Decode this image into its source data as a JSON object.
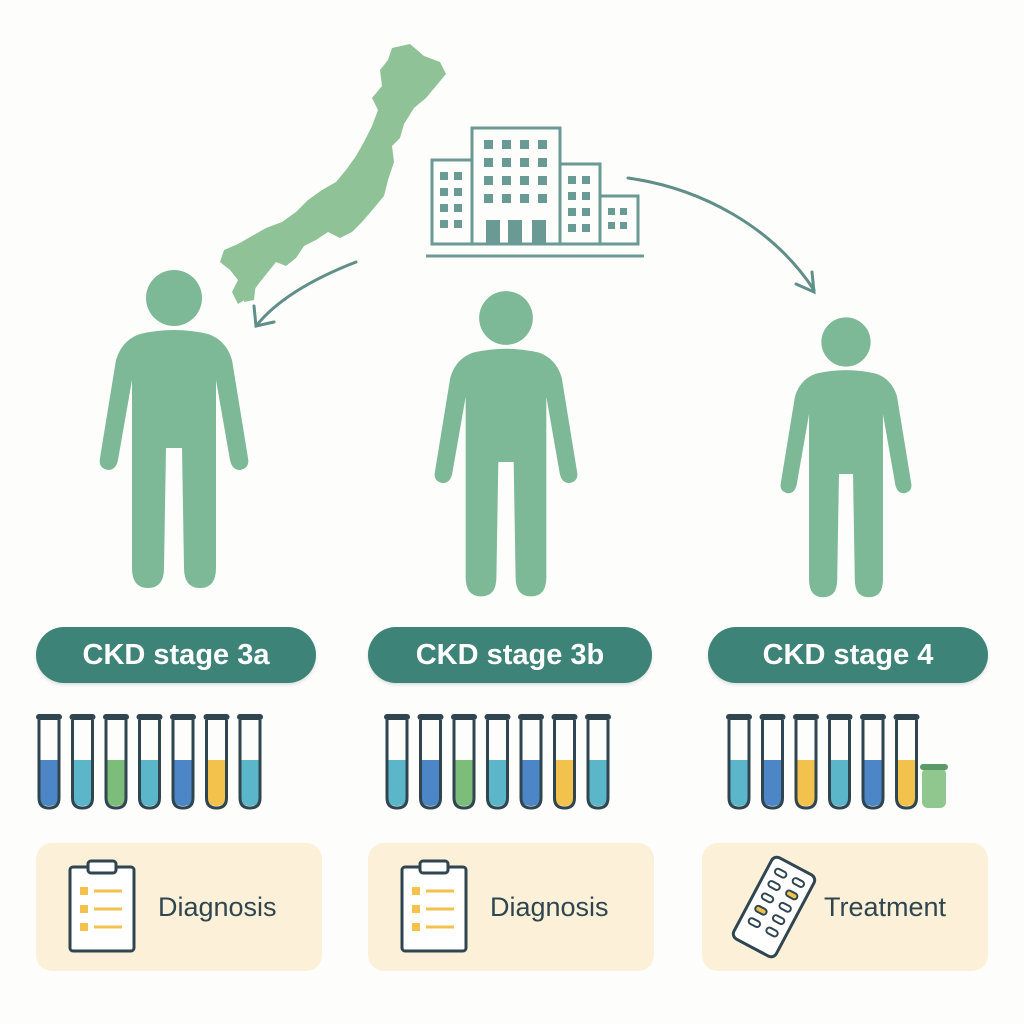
{
  "colors": {
    "figure": "#7db997",
    "map": "#8fc296",
    "pill": "#3e8377",
    "arrow": "#5f8f88",
    "building": "#6a9a94",
    "card": "#fcf1d8",
    "tube_blue": "#4d86c7",
    "tube_teal": "#5bb6c9",
    "tube_green": "#7dbd7a",
    "tube_yellow": "#f3c24d"
  },
  "icons": {
    "map": "japan-map-icon",
    "building": "hospital-building-icon",
    "person": "person-icon",
    "tube": "test-tube-icon",
    "clipboard": "clipboard-icon",
    "medication": "pill-blister-icon"
  },
  "stages": [
    {
      "label": "CKD stage 3a",
      "card_label": "Diagnosis",
      "card_icon": "clipboard",
      "tubes": [
        "blue",
        "teal",
        "green",
        "teal",
        "blue",
        "yellow",
        "teal"
      ]
    },
    {
      "label": "CKD stage 3b",
      "card_label": "Diagnosis",
      "card_icon": "clipboard",
      "tubes": [
        "teal",
        "blue",
        "green",
        "teal",
        "blue",
        "yellow",
        "teal"
      ]
    },
    {
      "label": "CKD stage 4",
      "card_label": "Treatment",
      "card_icon": "medication",
      "tubes": [
        "teal",
        "blue",
        "yellow",
        "teal",
        "blue",
        "yellow"
      ]
    }
  ]
}
